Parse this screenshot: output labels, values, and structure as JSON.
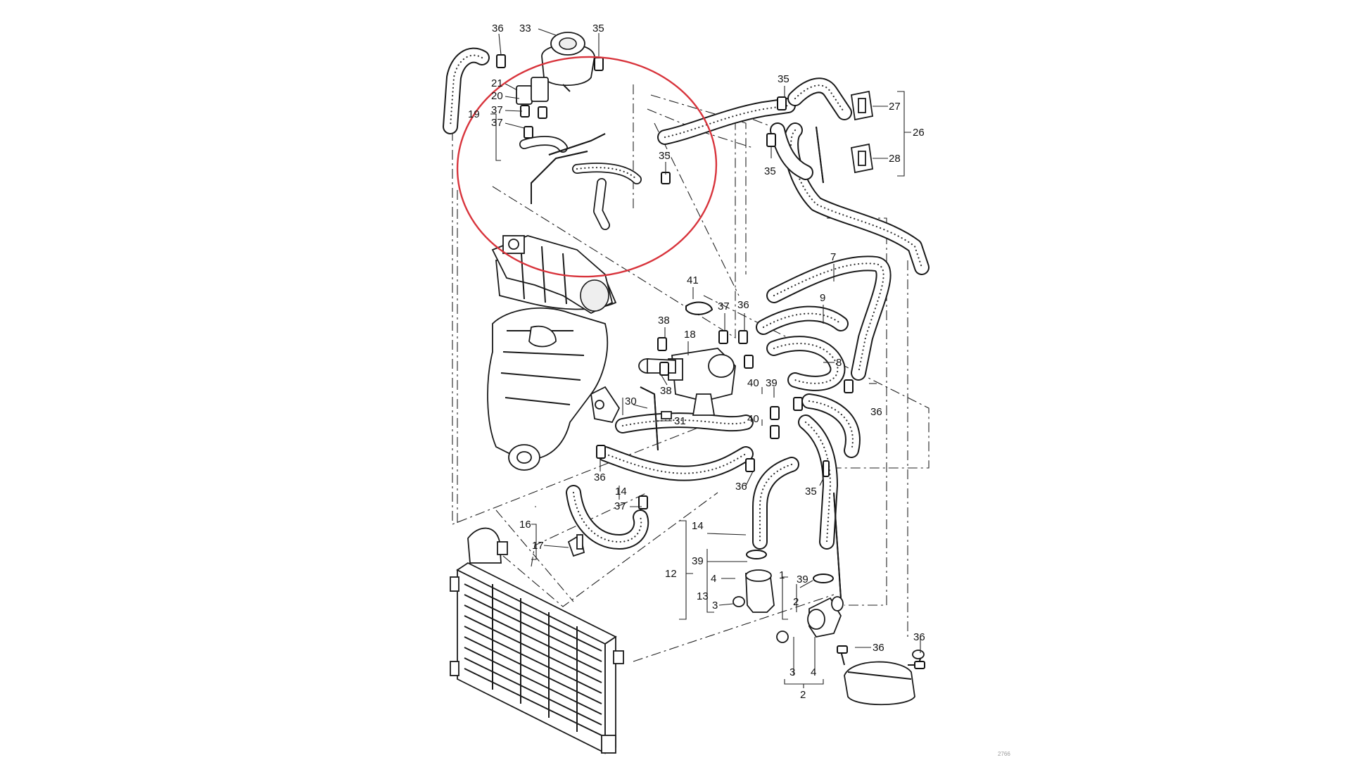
{
  "diagram": {
    "labels": [
      {
        "id": "l36a",
        "text": "36"
      },
      {
        "id": "l33",
        "text": "33"
      },
      {
        "id": "l35a",
        "text": "35"
      },
      {
        "id": "l21",
        "text": "21"
      },
      {
        "id": "l20",
        "text": "20"
      },
      {
        "id": "l37a",
        "text": "37"
      },
      {
        "id": "l19",
        "text": "19"
      },
      {
        "id": "l37b",
        "text": "37"
      },
      {
        "id": "l35b",
        "text": "35"
      },
      {
        "id": "l35c",
        "text": "35"
      },
      {
        "id": "l35d",
        "text": "35"
      },
      {
        "id": "l27",
        "text": "27"
      },
      {
        "id": "l26",
        "text": "26"
      },
      {
        "id": "l28",
        "text": "28"
      },
      {
        "id": "l7",
        "text": "7"
      },
      {
        "id": "l41",
        "text": "41"
      },
      {
        "id": "l37c",
        "text": "37"
      },
      {
        "id": "l36b",
        "text": "36"
      },
      {
        "id": "l9",
        "text": "9"
      },
      {
        "id": "l38a",
        "text": "38"
      },
      {
        "id": "l18",
        "text": "18"
      },
      {
        "id": "l8",
        "text": "8"
      },
      {
        "id": "l40a",
        "text": "40"
      },
      {
        "id": "l39a",
        "text": "39"
      },
      {
        "id": "l38b",
        "text": "38"
      },
      {
        "id": "l36c",
        "text": "36"
      },
      {
        "id": "l30",
        "text": "30"
      },
      {
        "id": "l31",
        "text": "31"
      },
      {
        "id": "l40b",
        "text": "40"
      },
      {
        "id": "l36d",
        "text": "36"
      },
      {
        "id": "l14a",
        "text": "14"
      },
      {
        "id": "l36e",
        "text": "36"
      },
      {
        "id": "l35e",
        "text": "35"
      },
      {
        "id": "l37d",
        "text": "37"
      },
      {
        "id": "l16",
        "text": "16"
      },
      {
        "id": "l17",
        "text": "17"
      },
      {
        "id": "l14b",
        "text": "14"
      },
      {
        "id": "l39b",
        "text": "39"
      },
      {
        "id": "l12",
        "text": "12"
      },
      {
        "id": "l4a",
        "text": "4"
      },
      {
        "id": "l13",
        "text": "13"
      },
      {
        "id": "l3a",
        "text": "3"
      },
      {
        "id": "l1",
        "text": "1"
      },
      {
        "id": "l39c",
        "text": "39"
      },
      {
        "id": "l2a",
        "text": "2"
      },
      {
        "id": "l36f",
        "text": "36"
      },
      {
        "id": "l36g",
        "text": "36"
      },
      {
        "id": "l3b",
        "text": "3"
      },
      {
        "id": "l4b",
        "text": "4"
      },
      {
        "id": "l2b",
        "text": "2"
      }
    ],
    "watermark": "2766",
    "highlight_color": "#d8343c"
  }
}
